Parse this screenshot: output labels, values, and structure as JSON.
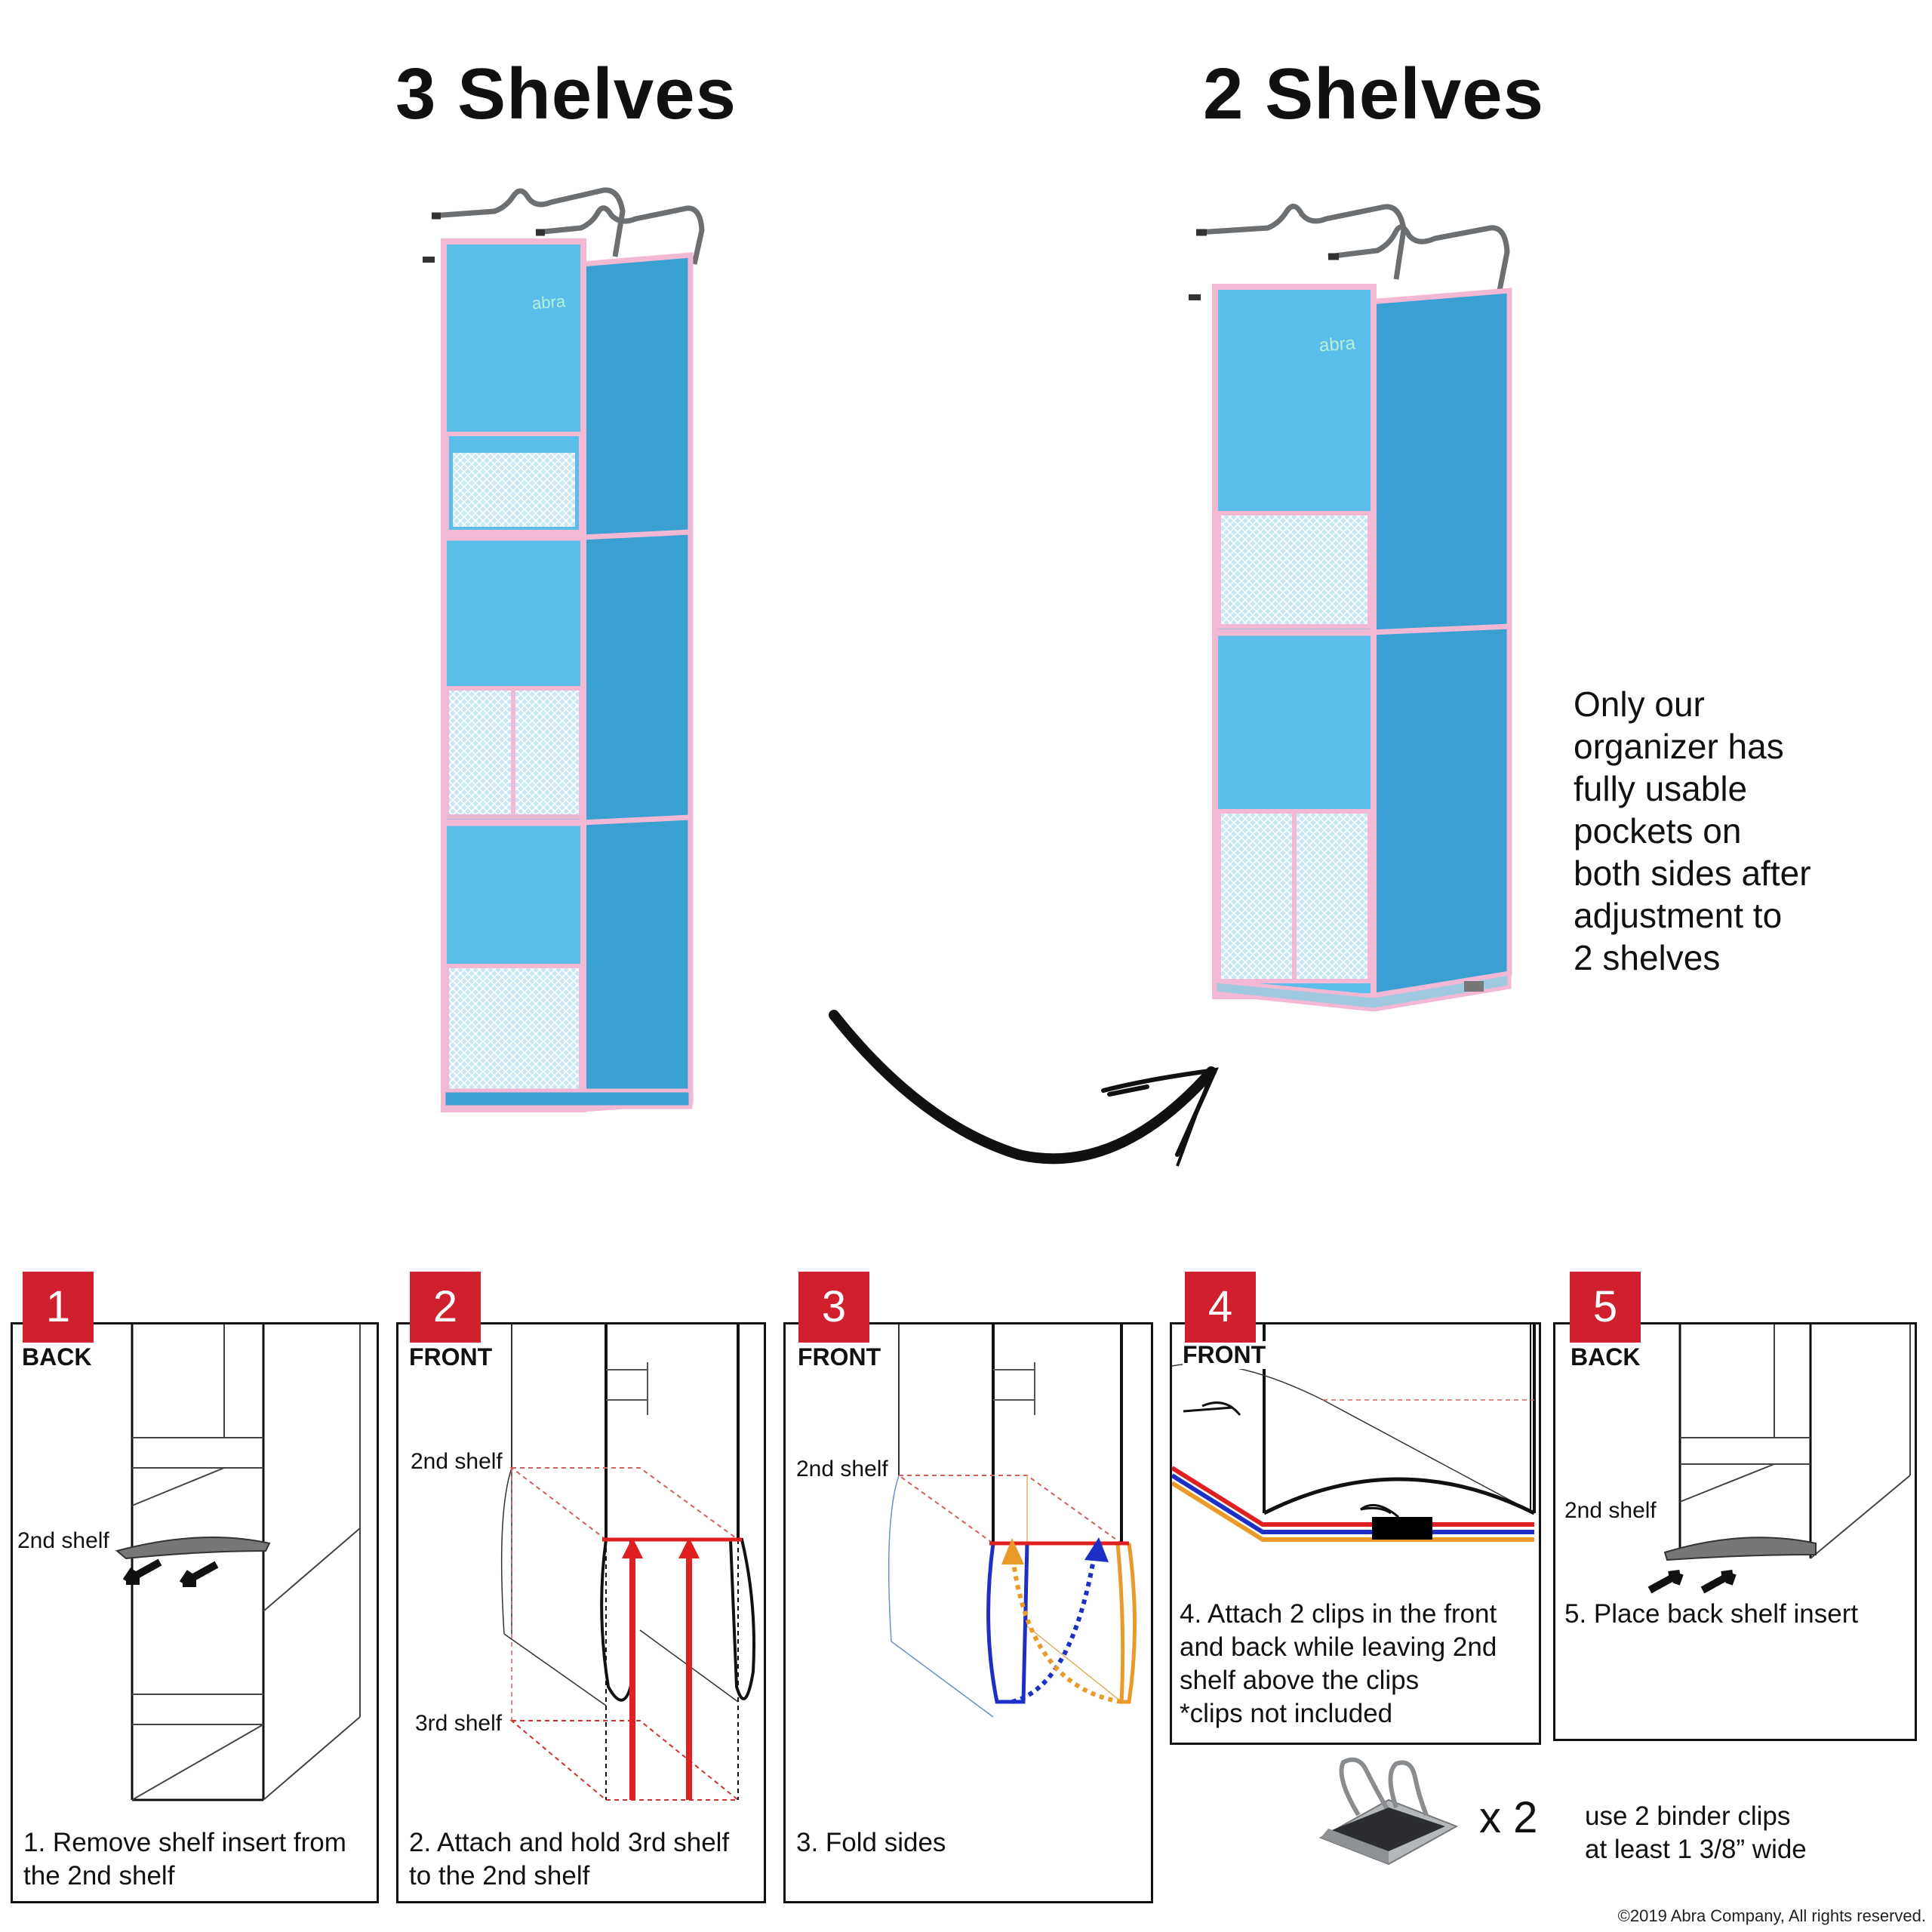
{
  "headings": {
    "left": "3 Shelves",
    "right": "2 Shelves"
  },
  "brand_logo": "abra",
  "note_lines": [
    "Only our",
    "organizer has",
    "fully usable",
    "pockets on",
    "both sides after",
    "adjustment to",
    "2 shelves"
  ],
  "steps": [
    {
      "number": "1",
      "view": "BACK",
      "shelf_labels": [
        "2nd shelf"
      ],
      "caption": [
        "1. Remove shelf insert from",
        "the 2nd shelf"
      ]
    },
    {
      "number": "2",
      "view": "FRONT",
      "shelf_labels": [
        "2nd shelf",
        "3rd shelf"
      ],
      "caption": [
        "2. Attach and hold 3rd shelf",
        "to the 2nd shelf"
      ]
    },
    {
      "number": "3",
      "view": "FRONT",
      "shelf_labels": [
        "2nd shelf"
      ],
      "caption": [
        "3. Fold sides"
      ]
    },
    {
      "number": "4",
      "view": "FRONT",
      "shelf_labels": [],
      "caption": [
        "4. Attach 2 clips in the front",
        "and back while leaving 2nd",
        "shelf above the clips",
        "*clips not included"
      ]
    },
    {
      "number": "5",
      "view": "BACK",
      "shelf_labels": [
        "2nd shelf"
      ],
      "caption": [
        "5. Place back shelf insert"
      ]
    }
  ],
  "clips": {
    "multiplier": "x 2",
    "note": [
      "use 2 binder clips",
      "at least 1 3/8” wide"
    ]
  },
  "copyright": "©2019 Abra Company, All rights reserved.",
  "colors": {
    "organizer_front": "#5bbde9",
    "organizer_side": "#3aa0d2",
    "trim_pink": "#f3b8d4",
    "badge_red": "#d0202e",
    "fold_red": "#e02020",
    "fold_blue": "#1d2fc4",
    "fold_orange": "#eb9a2a"
  }
}
